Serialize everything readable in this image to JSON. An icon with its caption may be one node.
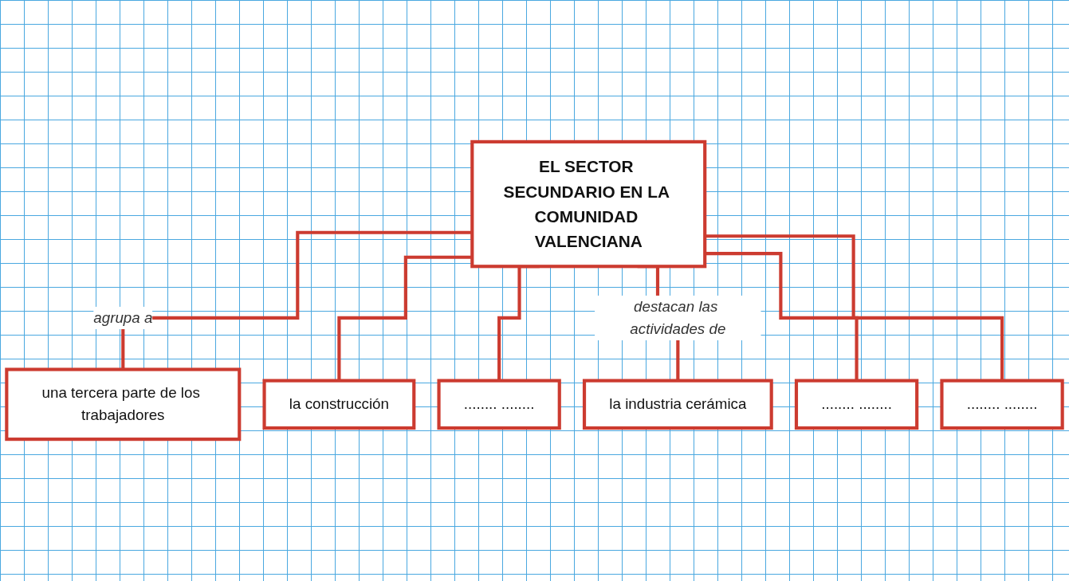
{
  "diagram": {
    "nodes": [
      {
        "text": [
          "EL SECTOR SECUNDARIO EN LA COMUNIDAD VALENCIANA"
        ]
      },
      {
        "text": [
          "una tercera parte de los trabajadores"
        ]
      },
      {
        "text": [
          "la construcción"
        ]
      },
      {
        "text": [
          "........ ........"
        ]
      },
      {
        "text": [
          "la industria cerámica"
        ]
      },
      {
        "text": [
          "........ ........"
        ]
      },
      {
        "text": [
          "........ ........"
        ]
      }
    ],
    "edges": [
      {
        "from": 0,
        "to": 1,
        "arrow": "none",
        "label": "agrupa a"
      },
      {
        "from": 0,
        "to": 2,
        "arrow": "none"
      },
      {
        "from": 0,
        "to": 3,
        "arrow": "none"
      },
      {
        "from": 0,
        "to": 4,
        "arrow": "none",
        "label": "destacan las actividades de"
      },
      {
        "from": 0,
        "to": 5,
        "arrow": "none"
      },
      {
        "from": 0,
        "to": 6,
        "arrow": "none"
      }
    ]
  }
}
